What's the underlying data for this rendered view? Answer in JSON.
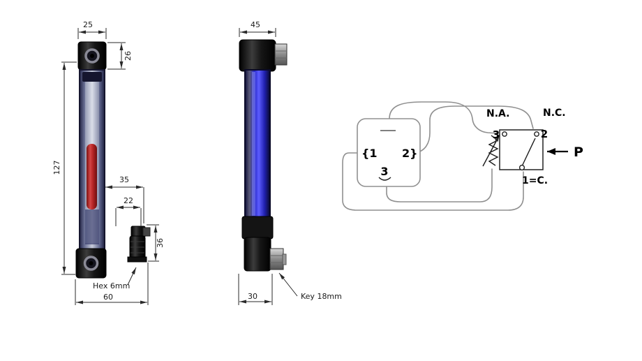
{
  "front_view": {
    "dim_top_width": "25",
    "dim_cap_height": "26",
    "dim_length": "127",
    "dim_elbow_reach": "35",
    "dim_elbow_width": "22",
    "dim_elbow_height": "36",
    "hex_label": "Hex 6mm",
    "dim_base_width": "60"
  },
  "side_view": {
    "dim_top_width": "45",
    "dim_base_width": "30",
    "key_label": "Key 18mm"
  },
  "schematic": {
    "label_na": "N.A.",
    "label_nc": "N.C.",
    "contact_3": "3",
    "contact_2": "2",
    "terminal_1": "{1",
    "terminal_2": "2}",
    "terminal_3": "3",
    "pressure_label": "P",
    "common_label": "1=C."
  }
}
